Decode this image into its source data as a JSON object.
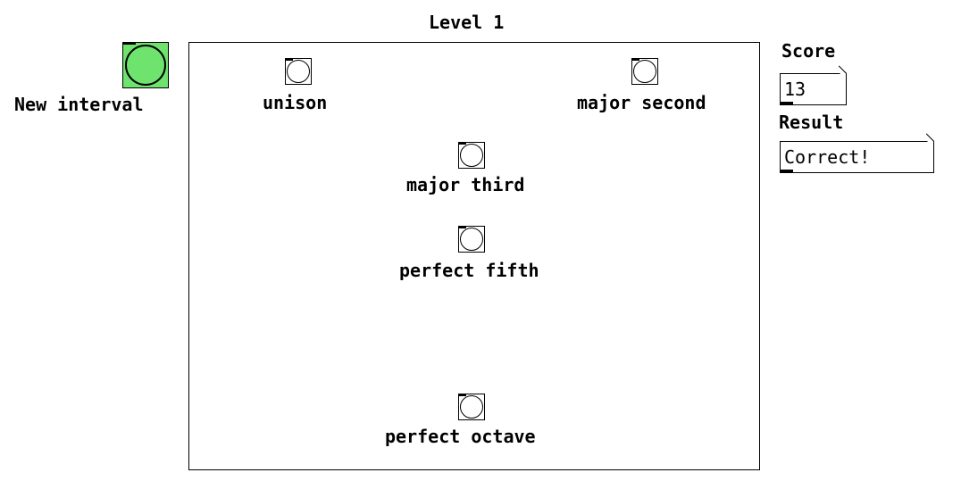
{
  "title": "Level 1",
  "new_interval": {
    "label": "New interval",
    "color": "#6ee46e",
    "icon": "bang-circle-icon"
  },
  "intervals": [
    {
      "label": "unison",
      "icon": "bang-circle-icon"
    },
    {
      "label": "major second",
      "icon": "bang-circle-icon"
    },
    {
      "label": "major third",
      "icon": "bang-circle-icon"
    },
    {
      "label": "perfect fifth",
      "icon": "bang-circle-icon"
    },
    {
      "label": "perfect octave",
      "icon": "bang-circle-icon"
    }
  ],
  "score": {
    "label": "Score",
    "value": "13"
  },
  "result": {
    "label": "Result",
    "value": "Correct!"
  }
}
